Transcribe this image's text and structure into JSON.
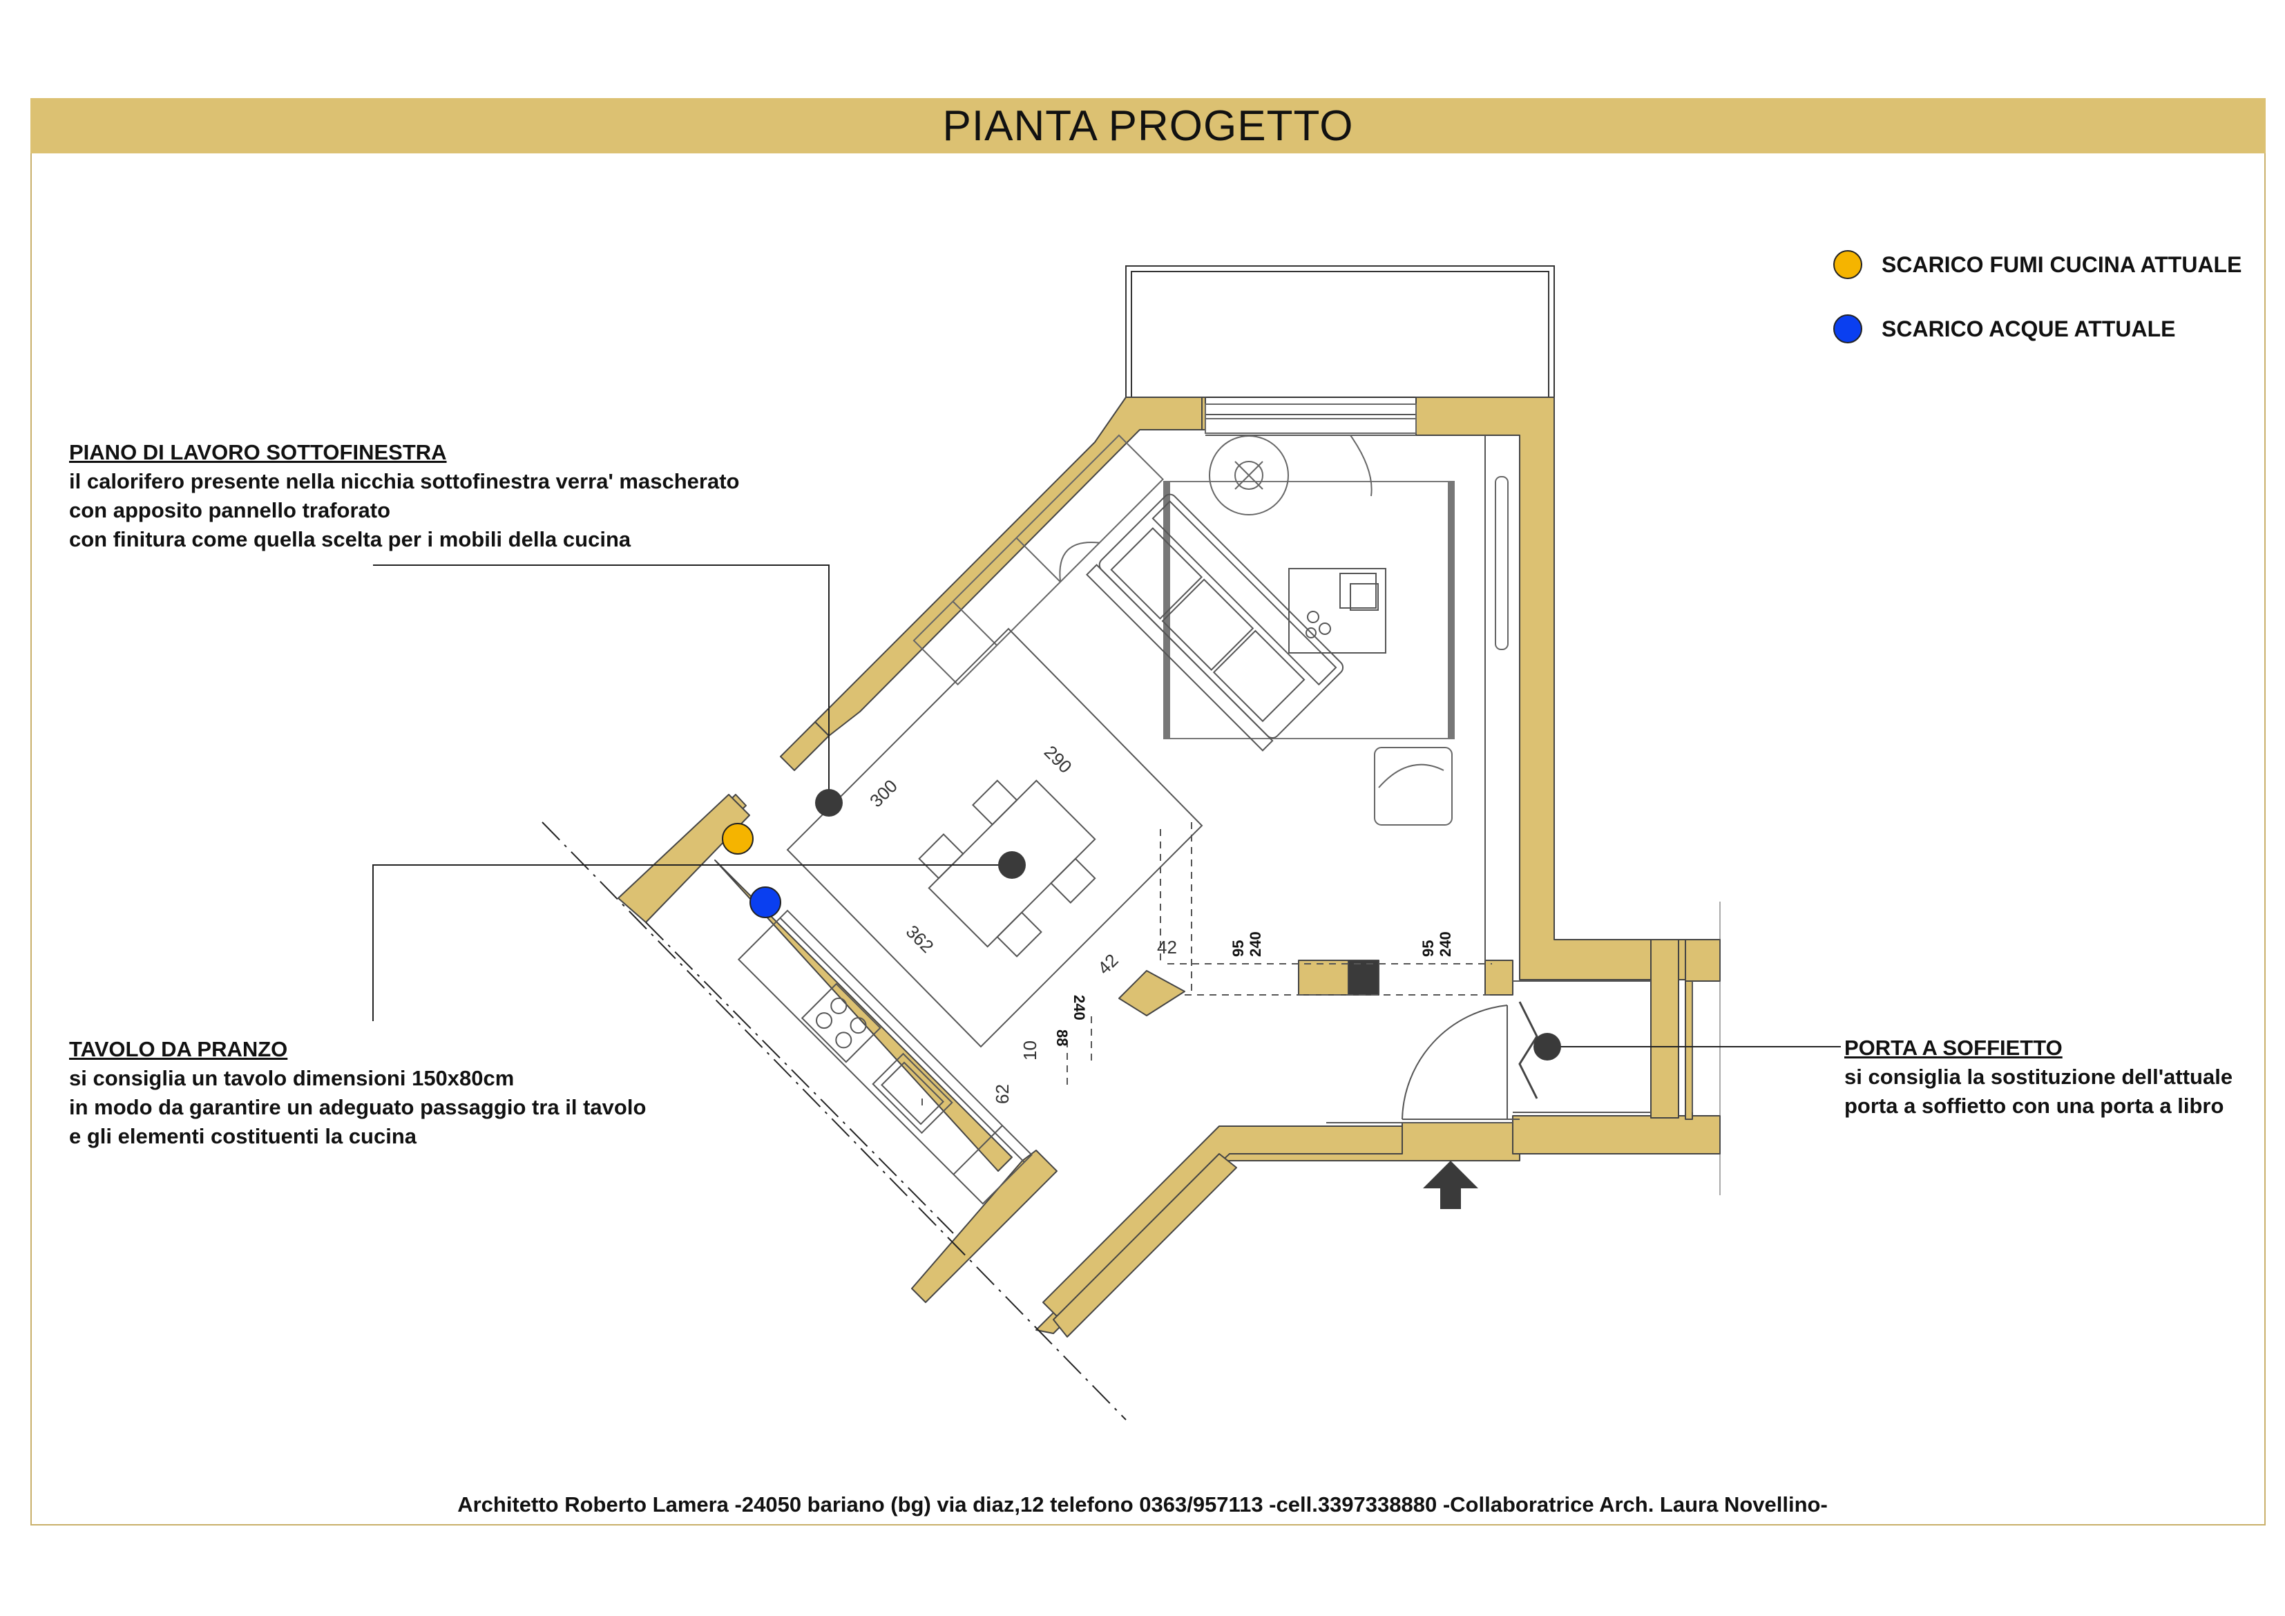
{
  "title": "PIANTA PROGETTO",
  "legend": [
    {
      "label": "SCARICO FUMI CUCINA ATTUALE",
      "color": "#f5b400"
    },
    {
      "label": "SCARICO ACQUE ATTUALE",
      "color": "#0a3ff0"
    }
  ],
  "notes": {
    "piano": {
      "heading": "PIANO DI LAVORO SOTTOFINESTRA",
      "lines": [
        "il calorifero presente nella nicchia sottofinestra verra' mascherato",
        "con apposito pannello traforato",
        "con finitura come quella scelta per i mobili della cucina"
      ]
    },
    "tavolo": {
      "heading": "TAVOLO DA PRANZO",
      "lines": [
        "si consiglia un tavolo dimensioni 150x80cm",
        "in modo da garantire un adeguato passaggio tra il tavolo",
        "e gli elementi costituenti la cucina"
      ]
    },
    "porta": {
      "heading": "PORTA A SOFFIETTO",
      "lines": [
        "si consiglia la sostituzione dell'attuale",
        "porta a soffietto con una porta a libro"
      ]
    }
  },
  "dimensions": {
    "d300": "300",
    "d290": "290",
    "d362": "362",
    "d42a": "42",
    "d42b": "42",
    "d95a": "95",
    "d240a": "240",
    "d95b": "95",
    "d240b": "240",
    "d10": "10",
    "d62": "62",
    "d88": "88",
    "d240c": "240"
  },
  "colors": {
    "wall": "#dcc172",
    "title_bar": "#dcc172",
    "marker": "#3a3a3a"
  },
  "footer": "Architetto Roberto Lamera  -24050  bariano (bg)  via diaz,12 telefono 0363/957113 -cell.3397338880 -Collaboratrice Arch. Laura Novellino-"
}
